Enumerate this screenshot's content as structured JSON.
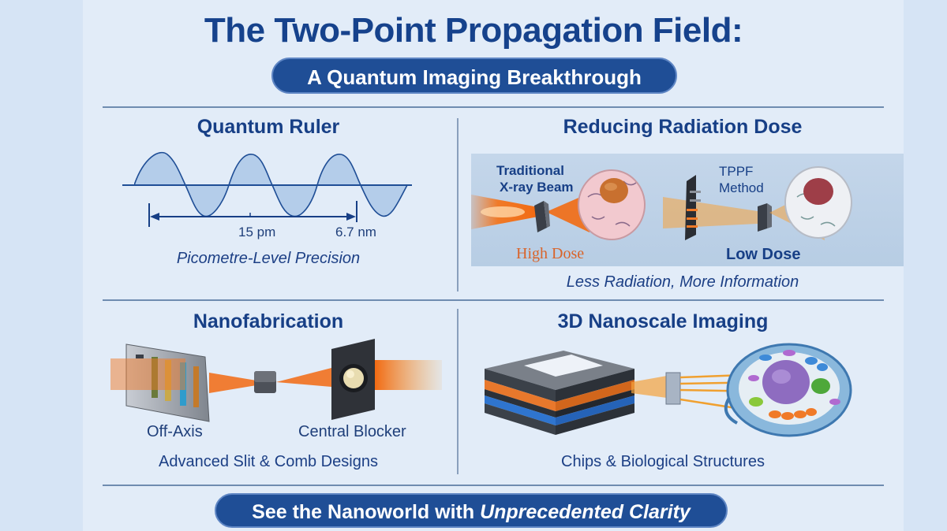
{
  "header": {
    "title": "The Two-Point Propagation Field:",
    "subtitle": "A Quantum Imaging Breakthrough"
  },
  "sections": {
    "quantum_ruler": {
      "title": "Quantum Ruler",
      "labels": [
        "15 pm",
        "6.7 nm"
      ],
      "caption": "Picometre-Level Precision",
      "icon": "sine-wave-ruler-icon"
    },
    "radiation_dose": {
      "title": "Reducing Radiation Dose",
      "left": {
        "label_line1": "Traditional",
        "label_line2": "X-ray Beam",
        "dose": "High Dose",
        "dose_color": "#d9642a"
      },
      "right": {
        "label_line1": "TPPF",
        "label_line2": "Method",
        "dose": "Low Dose",
        "dose_color": "#173f86"
      },
      "caption": "Less Radiation, More Information",
      "icons": [
        "xray-beam-icon",
        "cell-icon",
        "comb-mask-icon"
      ]
    },
    "nanofabrication": {
      "title": "Nanofabrication",
      "labels": [
        "Off-Axis",
        "Central Blocker"
      ],
      "caption": "Advanced Slit & Comb Designs",
      "icons": [
        "slit-mask-icon",
        "sample-cube-icon",
        "central-blocker-icon"
      ]
    },
    "imaging_3d": {
      "title": "3D Nanoscale Imaging",
      "caption": "Chips & Biological Structures",
      "icons": [
        "layered-chip-icon",
        "detector-grid-icon",
        "biological-cell-icon"
      ]
    }
  },
  "footer": {
    "text_plain": "See the Nanoworld with ",
    "text_italic": "Unprecedented Clarity"
  },
  "colors": {
    "primary_navy": "#173f86",
    "pill_blue": "#1f4e96",
    "background": "#e2ecf8",
    "beam_orange": "#f07a28",
    "accent_orange": "#d9642a"
  }
}
